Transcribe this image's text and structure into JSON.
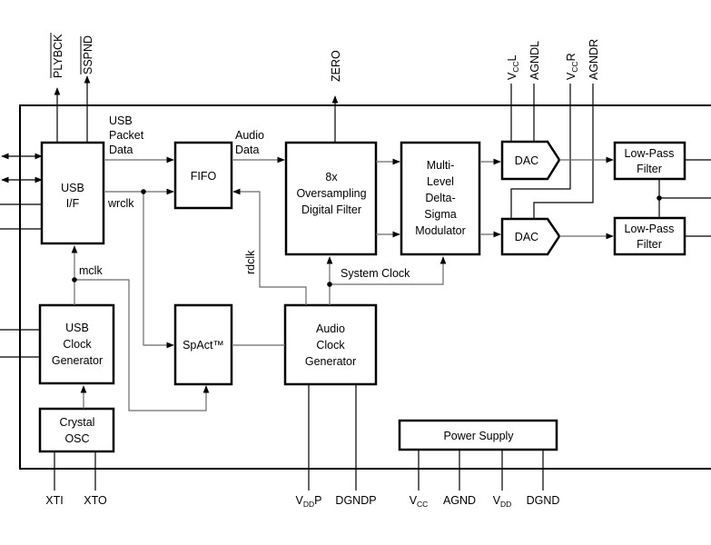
{
  "signals": {
    "plybck": "PLYBCK",
    "sspnd": "SSPND",
    "zero": "ZERO",
    "vccl_main": "V",
    "vccl_sub": "CC",
    "vccl_suffix": "L",
    "agndl": "AGNDL",
    "vccr_main": "V",
    "vccr_sub": "CC",
    "vccr_suffix": "R",
    "agndr": "AGNDR",
    "usb_packet_data": [
      "USB",
      "Packet",
      "Data"
    ],
    "audio_data": [
      "Audio",
      "Data"
    ],
    "wrclk": "wrclk",
    "rdclk": "rdclk",
    "mclk": "mclk",
    "system_clock": "System Clock"
  },
  "blocks": {
    "usb_if": [
      "USB",
      "I/F"
    ],
    "fifo": "FIFO",
    "filter": [
      "8x",
      "Oversampling",
      "Digital Filter"
    ],
    "modulator": [
      "Multi-",
      "Level",
      "Delta-",
      "Sigma",
      "Modulator"
    ],
    "dac_left": "DAC",
    "dac_right": "DAC",
    "lpf_left": [
      "Low-Pass",
      "Filter"
    ],
    "lpf_right": [
      "Low-Pass",
      "Filter"
    ],
    "usb_clock": [
      "USB",
      "Clock",
      "Generator"
    ],
    "spact": "SpAct™",
    "audio_clock": [
      "Audio",
      "Clock",
      "Generator"
    ],
    "crystal": [
      "Crystal",
      "OSC"
    ],
    "power_supply": "Power Supply"
  },
  "pins": {
    "xti": "XTI",
    "xto": "XTO",
    "vddp_main": "V",
    "vddp_sub": "DD",
    "vddp_suffix": "P",
    "dgndp": "DGNDP",
    "vcc_main": "V",
    "vcc_sub": "CC",
    "agnd": "AGND",
    "vdd_main": "V",
    "vdd_sub": "DD",
    "dgnd": "DGND"
  }
}
